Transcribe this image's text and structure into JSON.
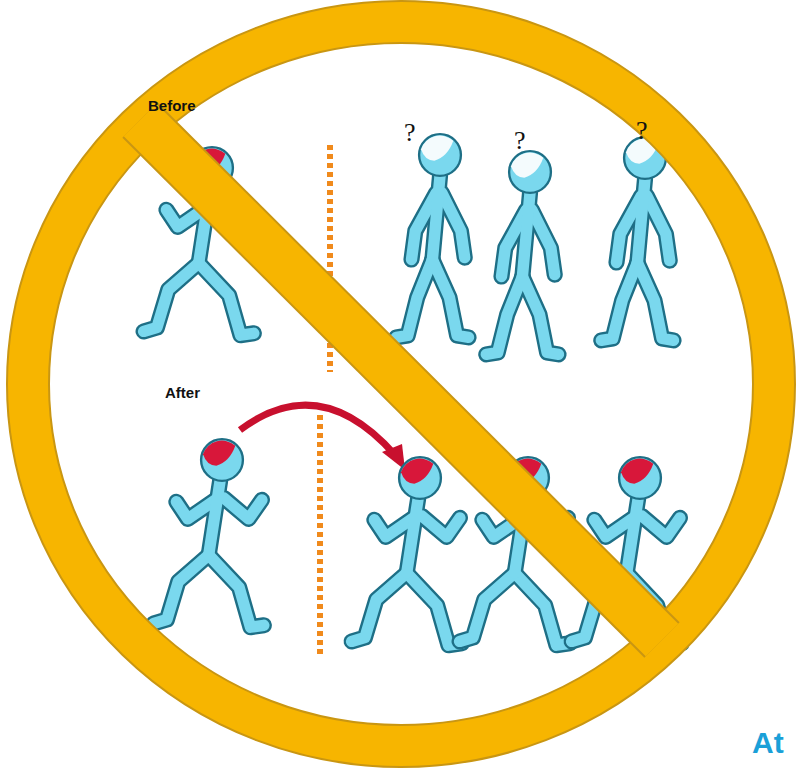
{
  "diagram": {
    "labels": [
      "Before",
      "?",
      "?",
      "?",
      "After",
      "At"
    ]
  }
}
